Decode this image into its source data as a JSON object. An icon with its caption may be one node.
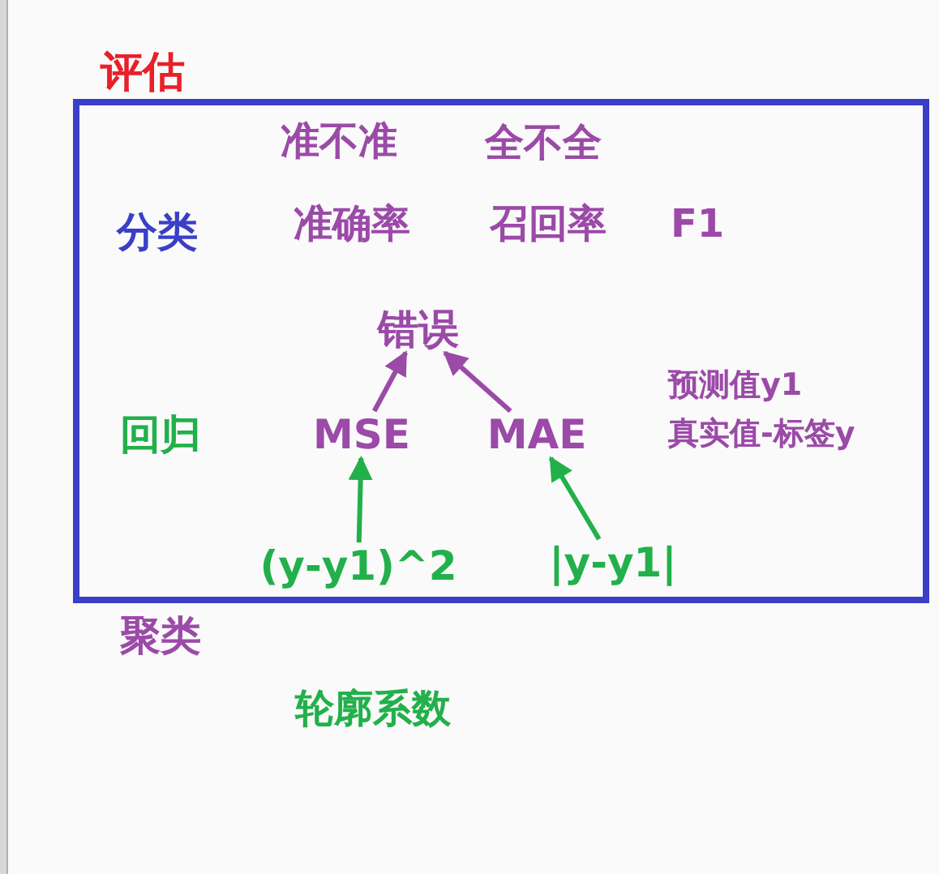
{
  "diagram": {
    "nodes": [
      {
        "text": [
          "评估"
        ]
      },
      {
        "text": [
          "错误"
        ],
        "in": 0
      },
      {
        "text": [
          "MSE"
        ],
        "in": 0
      },
      {
        "text": [
          "MAE"
        ],
        "in": 0
      },
      {
        "text": [
          "(y-y1)^2"
        ],
        "in": 0
      },
      {
        "text": [
          "|y-y1|"
        ],
        "in": 0
      }
    ],
    "edges": [
      {
        "from": 2,
        "to": 1,
        "arrow": "to",
        "color": "#9b4aa8"
      },
      {
        "from": 3,
        "to": 1,
        "arrow": "to",
        "color": "#9b4aa8"
      },
      {
        "from": 4,
        "to": 2,
        "arrow": "to",
        "color": "#22b04a"
      },
      {
        "from": 5,
        "to": 3,
        "arrow": "to",
        "color": "#22b04a"
      }
    ],
    "labels": [
      "准不准",
      "全不全",
      "分类",
      "准确率",
      "召回率",
      "F1",
      "回归",
      "预测值y1",
      "真实值-标签y",
      "聚类",
      "轮廓系数"
    ]
  }
}
